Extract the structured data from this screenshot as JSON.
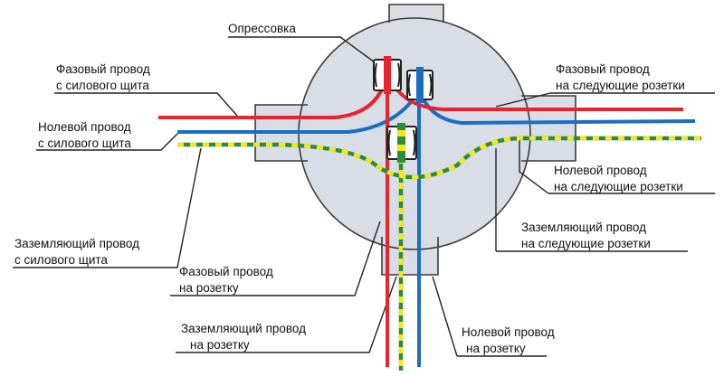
{
  "colors": {
    "box_fill": "#d9dde6",
    "box_stroke": "#3a3a3a",
    "phase": "#e8252f",
    "neutral": "#1a6fc4",
    "ground_green": "#2e8b3a",
    "ground_yellow": "#f2e81a",
    "connector_fill": "#ffffff",
    "connector_stroke": "#222222",
    "leader": "#222222"
  },
  "labels": {
    "crimp": "Опрессовка",
    "phase_in_1": "Фазовый провод",
    "phase_in_2": "с силового щита",
    "neutral_in_1": "Нолевой провод",
    "neutral_in_2": "с силового щита",
    "ground_in_1": "Заземляющий провод",
    "ground_in_2": "с силового щита",
    "phase_next_1": "Фазовый провод",
    "phase_next_2": "на следующие розетки",
    "neutral_next_1": "Нолевой провод",
    "neutral_next_2": "на следующие розетки",
    "ground_next_1": "Заземляющий провод",
    "ground_next_2": "на следующие розетки",
    "phase_socket_1": "Фазовый провод",
    "phase_socket_2": "на розетку",
    "ground_socket_1": "Заземляющий провод",
    "ground_socket_2": "на розетку",
    "neutral_socket_1": "Нолевой провод",
    "neutral_socket_2": "на розетку"
  }
}
